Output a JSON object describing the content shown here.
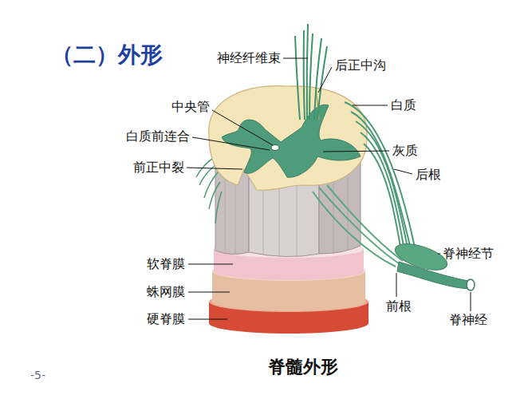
{
  "diagram": {
    "title": "（二）外形",
    "caption": "脊髓外形",
    "labels": [
      "神经纤维束",
      "后正中沟",
      "中央管",
      "白质",
      "白质前连合",
      "灰质",
      "前正中裂",
      "后根",
      "软脊膜",
      "脊神经节",
      "蛛网膜",
      "前根",
      "硬脊膜",
      "脊神经",
      "-5-"
    ]
  }
}
